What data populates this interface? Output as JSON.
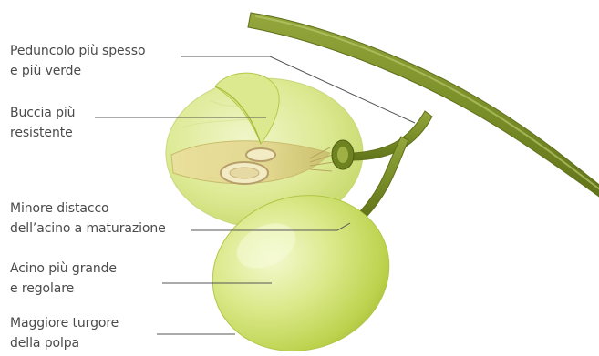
{
  "diagram": {
    "labels": {
      "peduncle": {
        "line1": "Peduncolo più spesso",
        "line2": "e più verde"
      },
      "skin": {
        "line1": "Buccia più",
        "line2": "resistente"
      },
      "detachment": {
        "line1": "Minore distacco",
        "line2": "dell’acino a maturazione"
      },
      "berry": {
        "line1": "Acino più grande",
        "line2": "e regolare"
      },
      "turgor": {
        "line1": "Maggiore turgore",
        "line2": "della polpa"
      }
    },
    "colors": {
      "text": "#4a4a4a",
      "leader_line": "#555555",
      "stem": "#7a8c2a",
      "berry_light": "#e9f3a8",
      "berry_mid": "#c9dd62",
      "berry_dark": "#a8bf3a"
    }
  }
}
